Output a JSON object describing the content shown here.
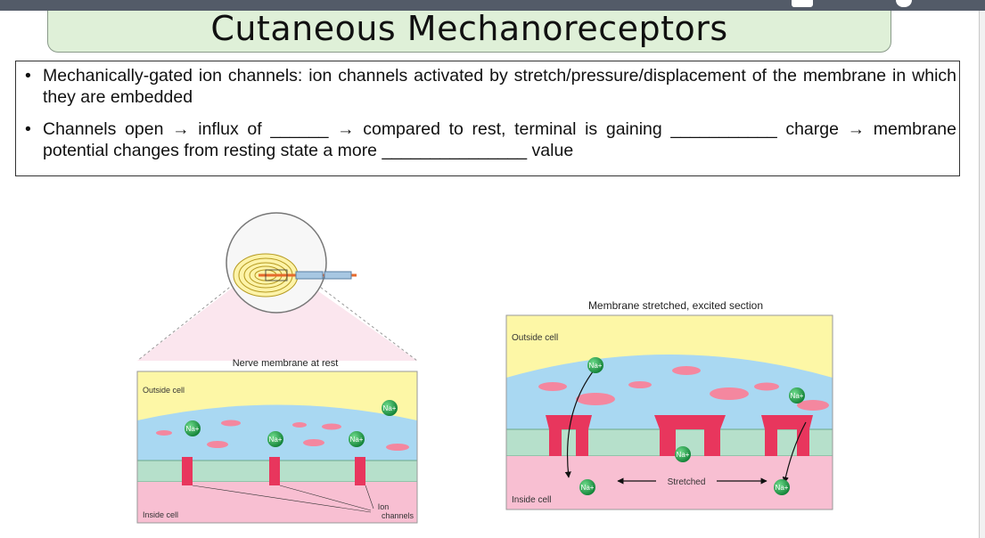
{
  "slide": {
    "title": "Cutaneous Mechanoreceptors",
    "bullets": [
      "Mechanically-gated ion channels: ion channels activated by stretch/pressure/displacement of the membrane in which they are embedded",
      "Channels open → influx of ______ → compared to rest, terminal is gaining ___________ charge → membrane potential changes from resting state a more _______________ value"
    ],
    "bullet_symbol": "•"
  },
  "figure_left": {
    "title": "Nerve membrane at rest",
    "outside_label": "Outside cell",
    "inside_label": "Inside cell",
    "ion_channels_label_1": "Ion",
    "ion_channels_label_2": "channels",
    "ion": "Na+"
  },
  "figure_right": {
    "title": "Membrane stretched, excited section",
    "outside_label": "Outside cell",
    "inside_label": "Inside cell",
    "stretched_label": "Stretched",
    "ion": "Na+"
  },
  "colors": {
    "title_fill": "#dff0d8",
    "outside": "#fdf7a6",
    "fluid": "#a9d8f2",
    "membrane": "#b6e0cb",
    "inside": "#f8bfd2",
    "channel": "#e8365d",
    "ion": "#1ea24a"
  }
}
